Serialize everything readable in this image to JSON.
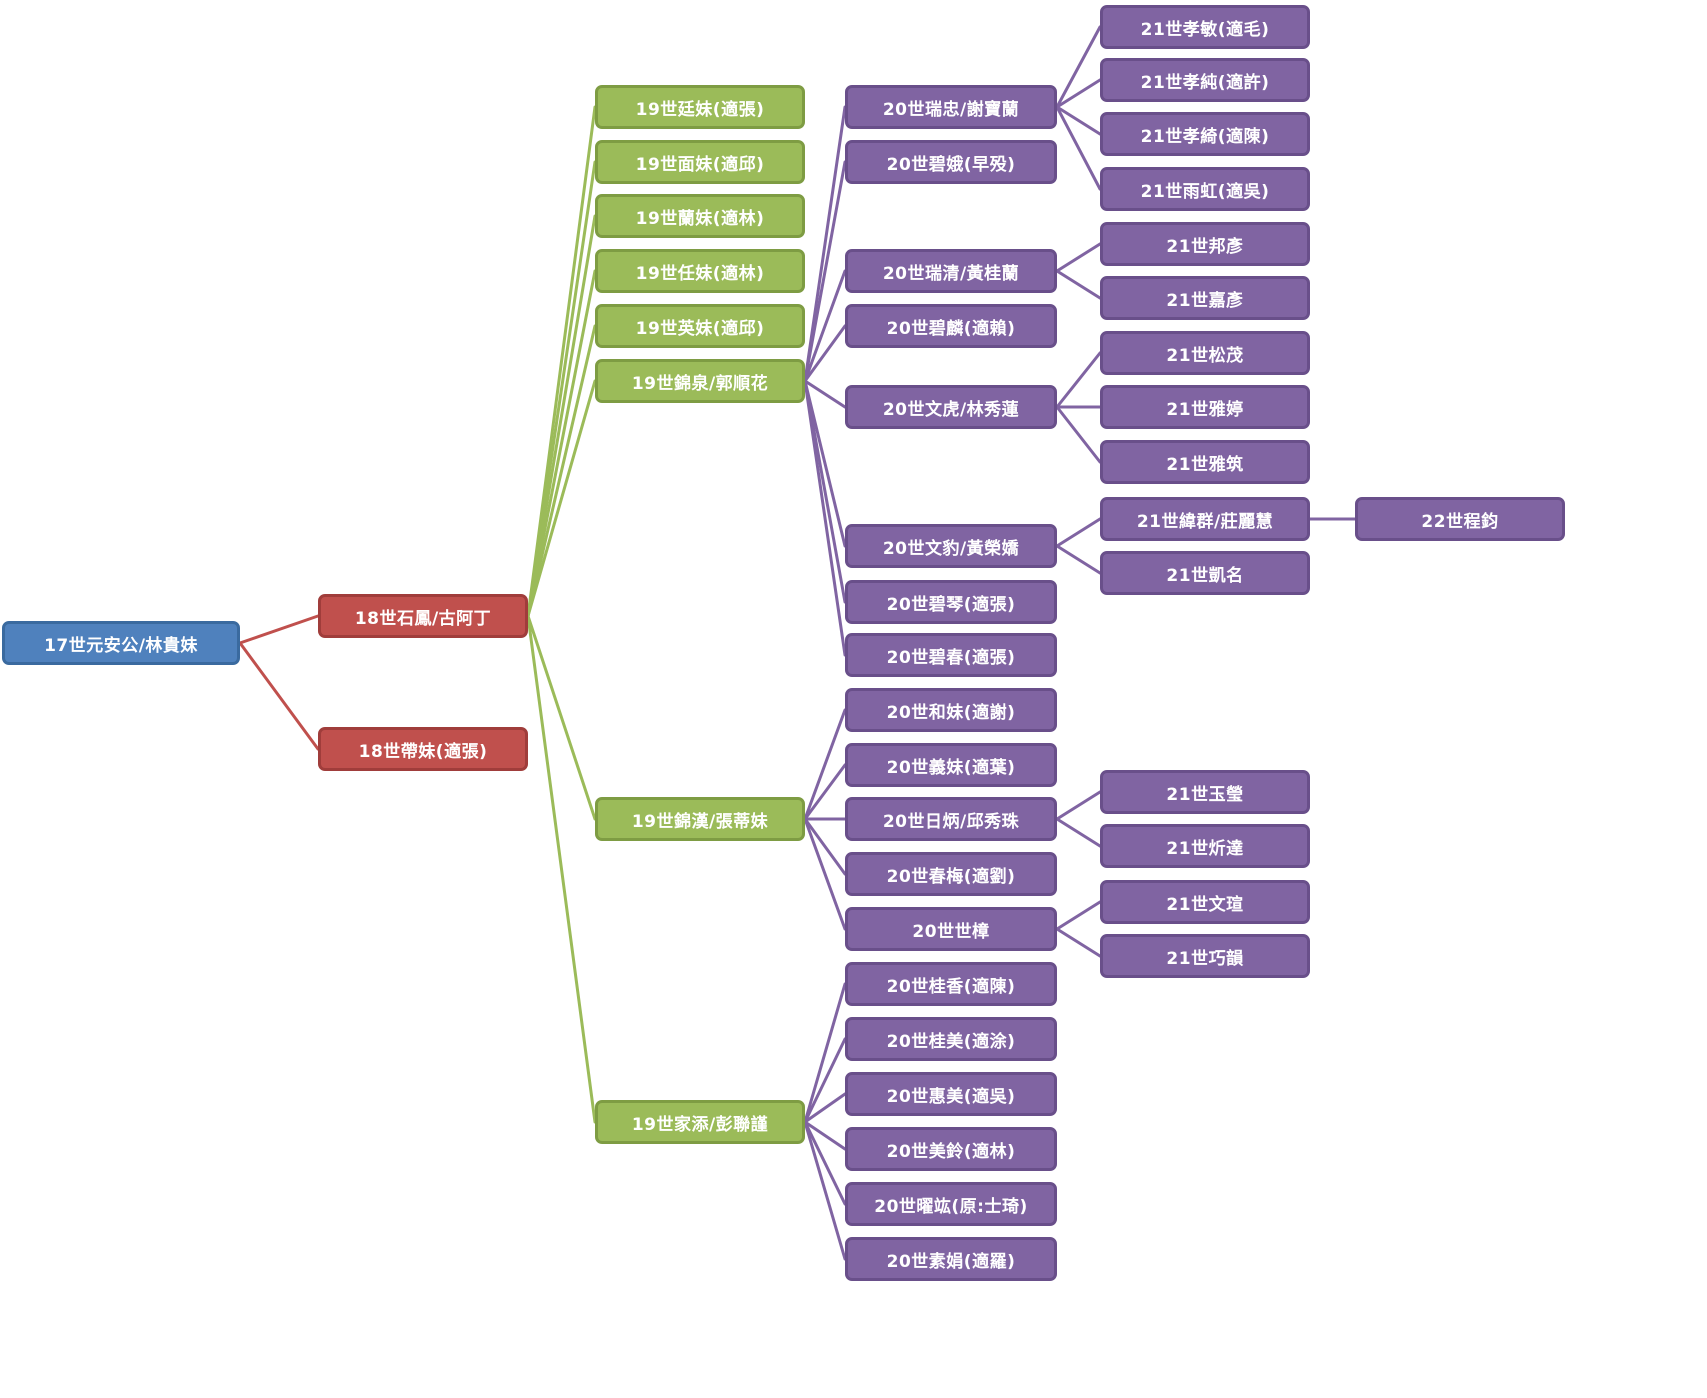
{
  "diagram": {
    "type": "family-tree",
    "palette": {
      "gen17_blue": "#4F81BD",
      "gen18_red": "#C0504D",
      "gen19_green": "#9BBB59",
      "gen20_plus_purple": "#8064A2"
    }
  },
  "tree": {
    "label": "17世元安公/林貴妹",
    "children": [
      {
        "label": "18世石鳳/古阿丁",
        "children": [
          {
            "label": "19世廷妹(適張)"
          },
          {
            "label": "19世面妹(適邱)"
          },
          {
            "label": "19世蘭妹(適林)"
          },
          {
            "label": "19世任妹(適林)"
          },
          {
            "label": "19世英妹(適邱)"
          },
          {
            "label": "19世錦泉/郭順花",
            "children": [
              {
                "label": "20世瑞忠/謝寶蘭",
                "children": [
                  {
                    "label": "21世孝敏(適毛)"
                  },
                  {
                    "label": "21世孝純(適許)"
                  },
                  {
                    "label": "21世孝綺(適陳)"
                  },
                  {
                    "label": "21世雨虹(適吳)"
                  }
                ]
              },
              {
                "label": "20世碧娥(早殁)"
              },
              {
                "label": "20世瑞清/黃桂蘭",
                "children": [
                  {
                    "label": "21世邦彥"
                  },
                  {
                    "label": "21世嘉彥"
                  }
                ]
              },
              {
                "label": "20世碧麟(適賴)"
              },
              {
                "label": "20世文虎/林秀蓮",
                "children": [
                  {
                    "label": "21世松茂"
                  },
                  {
                    "label": "21世雅婷"
                  },
                  {
                    "label": "21世雅筑"
                  }
                ]
              },
              {
                "label": "20世文豹/黃榮嬌",
                "children": [
                  {
                    "label": "21世緯群/莊麗慧",
                    "children": [
                      {
                        "label": "22世程鈞"
                      }
                    ]
                  },
                  {
                    "label": "21世凱名"
                  }
                ]
              },
              {
                "label": "20世碧琴(適張)"
              },
              {
                "label": "20世碧春(適張)"
              }
            ]
          },
          {
            "label": "19世錦漢/張蒂妹",
            "children": [
              {
                "label": "20世和妹(適謝)"
              },
              {
                "label": "20世義妹(適葉)"
              },
              {
                "label": "20世日炳/邱秀珠",
                "children": [
                  {
                    "label": "21世玉瑩"
                  },
                  {
                    "label": "21世炘達"
                  }
                ]
              },
              {
                "label": "20世春梅(適劉)"
              },
              {
                "label": "20世世樟",
                "children": [
                  {
                    "label": "21世文瑄"
                  },
                  {
                    "label": "21世巧韻"
                  }
                ]
              }
            ]
          },
          {
            "label": "19世家添/彭聯謹",
            "children": [
              {
                "label": "20世桂香(適陳)"
              },
              {
                "label": "20世桂美(適涂)"
              },
              {
                "label": "20世惠美(適吳)"
              },
              {
                "label": "20世美鈴(適林)"
              },
              {
                "label": "20世曜竑(原:士琦)"
              },
              {
                "label": "20世素娟(適羅)"
              }
            ]
          }
        ]
      },
      {
        "label": "18世帶妹(適張)"
      }
    ]
  }
}
